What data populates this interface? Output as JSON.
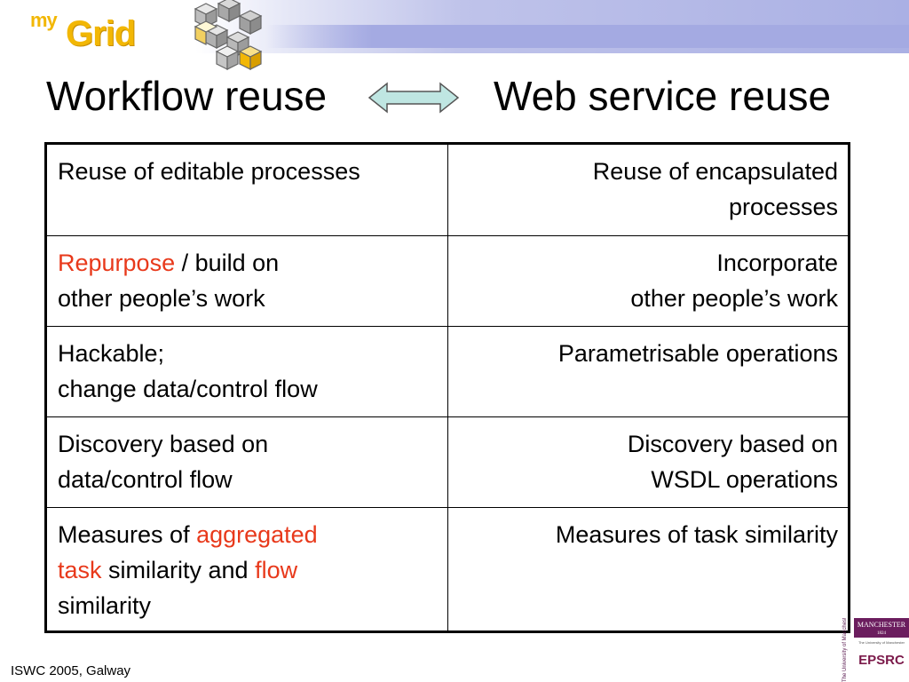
{
  "header": {
    "logo_my": "my",
    "logo_grid": "Grid",
    "brand_color": "#f2b705",
    "band_color": "#a4aae2"
  },
  "title": {
    "left": "Workflow reuse",
    "right": "Web service reuse",
    "arrow_icon": "double-arrow-icon",
    "arrow_color": "#bfe6e2"
  },
  "table": {
    "rows": [
      {
        "left": [
          {
            "text": "Reuse of editable processes"
          }
        ],
        "right": [
          "Reuse of encapsulated",
          "processes"
        ]
      },
      {
        "left": [
          {
            "text": "Repurpose",
            "red": true
          },
          {
            "text": " / build on"
          },
          {
            "br": true
          },
          {
            "text": "other people’s work"
          }
        ],
        "right": [
          "Incorporate",
          "other people’s work"
        ]
      },
      {
        "left": [
          {
            "text": "Hackable;"
          },
          {
            "br": true
          },
          {
            "text": "change data/control flow"
          }
        ],
        "right": [
          "Parametrisable operations"
        ]
      },
      {
        "left": [
          {
            "text": "Discovery based on"
          },
          {
            "br": true
          },
          {
            "text": "data/control flow"
          }
        ],
        "right": [
          "Discovery based on",
          "WSDL operations"
        ]
      },
      {
        "left": [
          {
            "text": "Measures of "
          },
          {
            "text": "aggregated",
            "red": true
          },
          {
            "br": true
          },
          {
            "text": "task",
            "red": true
          },
          {
            "text": " similarity and "
          },
          {
            "text": "flow",
            "red": true
          },
          {
            "br": true
          },
          {
            "text": "similarity"
          }
        ],
        "right": [
          "Measures of task similarity"
        ]
      }
    ],
    "highlight_color": "#e8391b"
  },
  "footer": {
    "text": "ISWC 2005, Galway"
  },
  "logos": {
    "manchester": "MANCHESTER",
    "manchester_year": "1824",
    "manchester_sub": "The University of Manchester",
    "epsrc": "EPSRC",
    "university_vertical": "The University of Manchester"
  }
}
